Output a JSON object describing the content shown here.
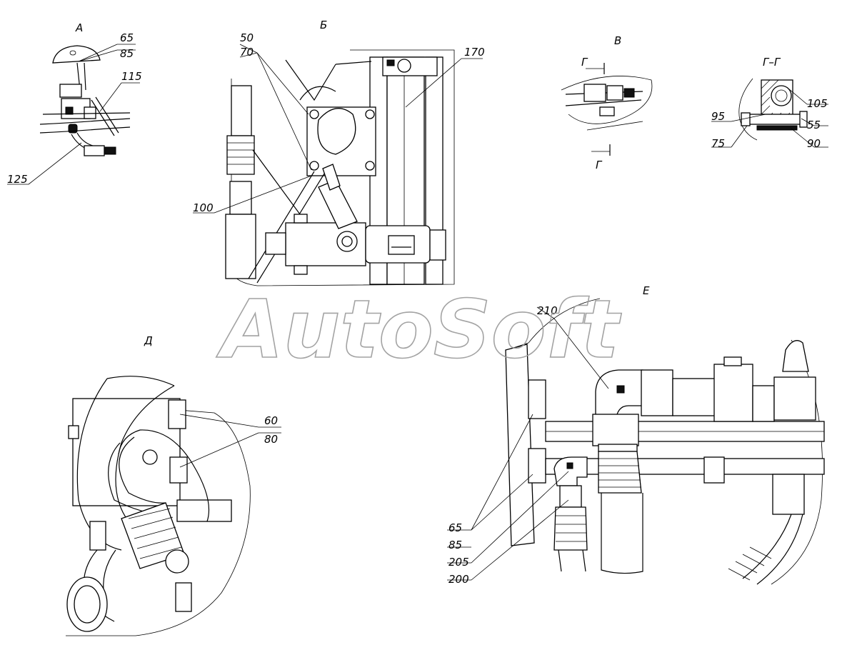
{
  "watermark": "AutoSoft",
  "views": {
    "a": {
      "title": "А",
      "labels": [
        "65",
        "85",
        "115",
        "125"
      ]
    },
    "b": {
      "title": "Б",
      "labels": [
        "50",
        "70",
        "170",
        "100"
      ]
    },
    "v": {
      "title": "В",
      "section_marks": [
        "Г",
        "Г"
      ]
    },
    "gg": {
      "title": "Г–Г",
      "labels": [
        "105",
        "95",
        "55",
        "75",
        "90"
      ]
    },
    "d": {
      "title": "Д",
      "labels": [
        "60",
        "80"
      ]
    },
    "e": {
      "title": "Е",
      "labels": [
        "210",
        "65",
        "85",
        "205",
        "200"
      ]
    }
  }
}
